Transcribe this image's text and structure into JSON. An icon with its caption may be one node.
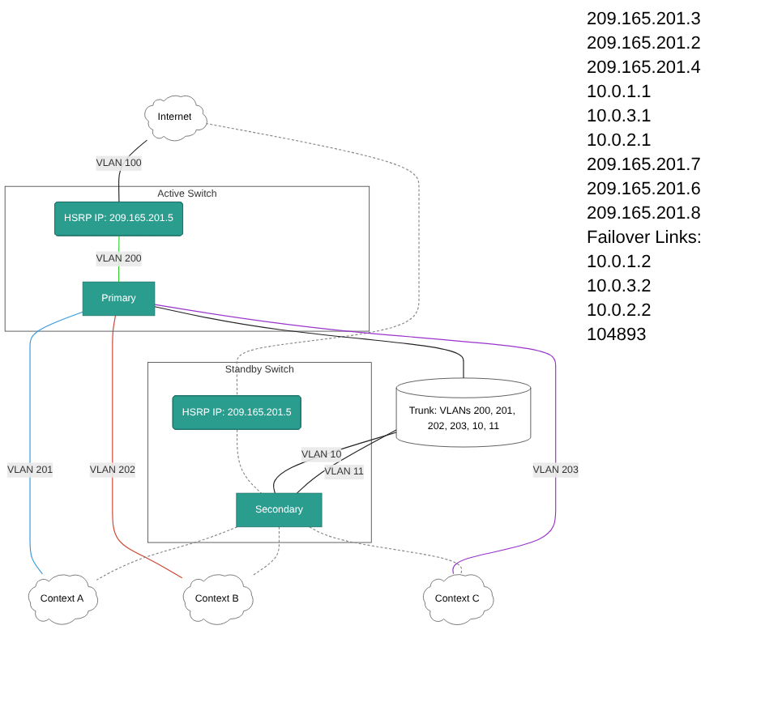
{
  "diagram": {
    "nodes": [
      {
        "text": [
          "Internet"
        ]
      },
      {
        "text": [
          "Active Switch"
        ]
      },
      {
        "text": [
          "HSRP IP: 209.165.201.5"
        ],
        "in": 1
      },
      {
        "text": [
          "Primary"
        ],
        "in": 1
      },
      {
        "text": [
          "Standby Switch"
        ]
      },
      {
        "text": [
          "HSRP IP: 209.165.201.5"
        ],
        "in": 4
      },
      {
        "text": [
          "Secondary"
        ],
        "in": 4
      },
      {
        "text": [
          "Trunk: VLANs 200, 201, 202, 203, 10, 11"
        ]
      },
      {
        "text": [
          "Context A"
        ]
      },
      {
        "text": [
          "Context B"
        ]
      },
      {
        "text": [
          "Context C"
        ]
      }
    ],
    "edges": [
      {
        "from": 0,
        "to": 2,
        "arrow": "none",
        "label": "VLAN 100",
        "color": "#222222"
      },
      {
        "from": 0,
        "to": 5,
        "arrow": "none",
        "style": "dashed",
        "color": "#888888"
      },
      {
        "from": 2,
        "to": 3,
        "arrow": "none",
        "label": "VLAN 200",
        "color": "#33cc33"
      },
      {
        "from": 5,
        "to": 6,
        "arrow": "none",
        "style": "dashed",
        "color": "#888888"
      },
      {
        "from": 3,
        "to": 7,
        "arrow": "none",
        "color": "#222222"
      },
      {
        "from": 7,
        "to": 6,
        "arrow": "none",
        "label": "VLAN 10",
        "color": "#222222"
      },
      {
        "from": 7,
        "to": 6,
        "arrow": "none",
        "label": "VLAN 11",
        "color": "#222222"
      },
      {
        "from": 3,
        "to": 8,
        "arrow": "none",
        "label": "VLAN 201",
        "color": "#3399dd"
      },
      {
        "from": 3,
        "to": 9,
        "arrow": "none",
        "label": "VLAN 202",
        "color": "#cc4433"
      },
      {
        "from": 3,
        "to": 10,
        "arrow": "none",
        "label": "VLAN 203",
        "color": "#9933cc"
      },
      {
        "from": 6,
        "to": 8,
        "arrow": "none",
        "style": "dashed",
        "color": "#888888"
      },
      {
        "from": 6,
        "to": 9,
        "arrow": "none",
        "style": "dashed",
        "color": "#888888"
      },
      {
        "from": 6,
        "to": 10,
        "arrow": "none",
        "style": "dashed",
        "color": "#888888"
      }
    ],
    "labels": [
      "209.165.201.3",
      "209.165.201.2",
      "209.165.201.4",
      "10.0.1.1",
      "10.0.3.1",
      "10.0.2.1",
      "209.165.201.7",
      "209.165.201.6",
      "209.165.201.8",
      "Failover Links:",
      "10.0.1.2",
      "10.0.3.2",
      "10.0.2.2",
      "104893"
    ]
  }
}
